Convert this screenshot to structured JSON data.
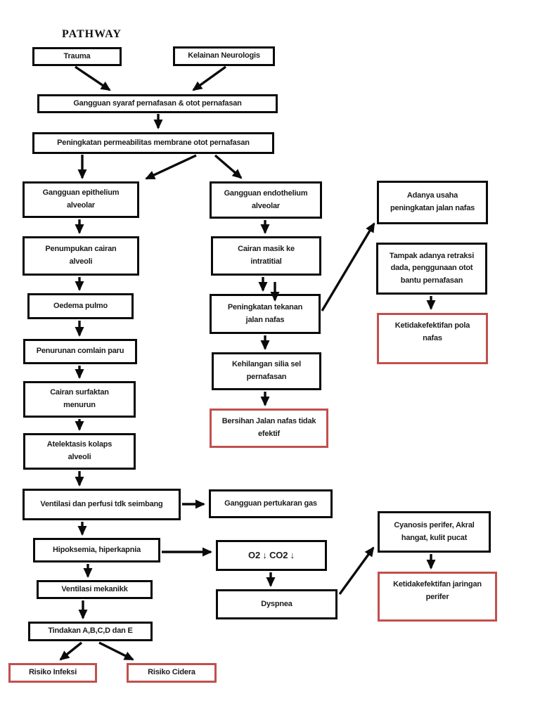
{
  "title": "PATHWAY",
  "colors": {
    "node_border": "#0a0a0a",
    "risk_border": "#c0504d",
    "text": "#1c1c1c",
    "background": "#ffffff"
  },
  "nodes": {
    "trauma": {
      "label": "Trauma"
    },
    "kelainan": {
      "label": "Kelainan Neurologis"
    },
    "syaraf": {
      "label": "Gangguan syaraf pernafasan & otot pernafasan"
    },
    "permeab": {
      "label": "Peningkatan permeabilitas membrane otot pernafasan"
    },
    "epithelium": {
      "label": "Gangguan epithelium\nalveolar"
    },
    "penumpukan": {
      "label": "Penumpukan cairan\nalveoli"
    },
    "oedema": {
      "label": "Oedema pulmo"
    },
    "penurunan": {
      "label": "Penurunan comlain paru"
    },
    "surfaktan": {
      "label": "Cairan surfaktan\nmenurun"
    },
    "atelektasis": {
      "label": "Atelektasis kolaps\nalveoli"
    },
    "ventperfusi": {
      "label": "Ventilasi dan perfusi tdk seimbang"
    },
    "hipoksemia": {
      "label": "Hipoksemia, hiperkapnia"
    },
    "ventmek": {
      "label": "Ventilasi mekanikk"
    },
    "tindakan": {
      "label": "Tindakan A,B,C,D dan E"
    },
    "infeksi": {
      "label": "Risiko Infeksi",
      "type": "risk"
    },
    "cidera": {
      "label": "Risiko Cidera",
      "type": "risk"
    },
    "endothelium": {
      "label": "Gangguan endothelium\nalveolar"
    },
    "cairanmasik": {
      "label": "Cairan masik ke\nintratitial"
    },
    "tekanan": {
      "label": "Peningkatan tekanan\njalan nafas"
    },
    "silia": {
      "label": "Kehilangan silia sel\npernafasan"
    },
    "bersihan": {
      "label": "Bersihan Jalan nafas tidak\nefektif",
      "type": "risk"
    },
    "pertukaran": {
      "label": "Gangguan pertukaran gas"
    },
    "o2co2": {
      "label": "O2 ↓ CO2 ↓"
    },
    "dyspnea": {
      "label": "Dyspnea"
    },
    "adanya": {
      "label": "Adanya usaha\npeningkatan jalan nafas"
    },
    "tampak": {
      "label": "Tampak adanya retraksi\ndada, penggunaan otot\nbantu pernafasan"
    },
    "polanafas": {
      "label": "Ketidakefektifan pola\nnafas",
      "type": "risk"
    },
    "cyanosis": {
      "label": "Cyanosis perifer, Akral\nhangat, kulit pucat"
    },
    "jaringan": {
      "label": "Ketidakefektifan jaringan\nperifer",
      "type": "risk"
    }
  },
  "edges": [
    {
      "from": "trauma",
      "to": "syaraf"
    },
    {
      "from": "kelainan",
      "to": "syaraf"
    },
    {
      "from": "syaraf",
      "to": "permeab"
    },
    {
      "from": "permeab",
      "to": "epithelium"
    },
    {
      "from": "permeab",
      "to": "epithelium"
    },
    {
      "from": "permeab",
      "to": "endothelium"
    },
    {
      "from": "epithelium",
      "to": "penumpukan"
    },
    {
      "from": "penumpukan",
      "to": "oedema"
    },
    {
      "from": "oedema",
      "to": "penurunan"
    },
    {
      "from": "penurunan",
      "to": "surfaktan"
    },
    {
      "from": "surfaktan",
      "to": "atelektasis"
    },
    {
      "from": "atelektasis",
      "to": "ventperfusi"
    },
    {
      "from": "ventperfusi",
      "to": "hipoksemia"
    },
    {
      "from": "hipoksemia",
      "to": "ventmek"
    },
    {
      "from": "ventmek",
      "to": "tindakan"
    },
    {
      "from": "tindakan",
      "to": "infeksi"
    },
    {
      "from": "tindakan",
      "to": "cidera"
    },
    {
      "from": "endothelium",
      "to": "cairanmasik"
    },
    {
      "from": "cairanmasik",
      "to": "tekanan"
    },
    {
      "from": "cairanmasik",
      "to": "tekanan"
    },
    {
      "from": "tekanan",
      "to": "silia"
    },
    {
      "from": "silia",
      "to": "bersihan"
    },
    {
      "from": "tekanan",
      "to": "adanya"
    },
    {
      "from": "ventperfusi",
      "to": "pertukaran"
    },
    {
      "from": "hipoksemia",
      "to": "o2co2"
    },
    {
      "from": "o2co2",
      "to": "dyspnea"
    },
    {
      "from": "dyspnea",
      "to": "cyanosis"
    },
    {
      "from": "tampak",
      "to": "polanafas"
    },
    {
      "from": "cyanosis",
      "to": "jaringan"
    }
  ]
}
